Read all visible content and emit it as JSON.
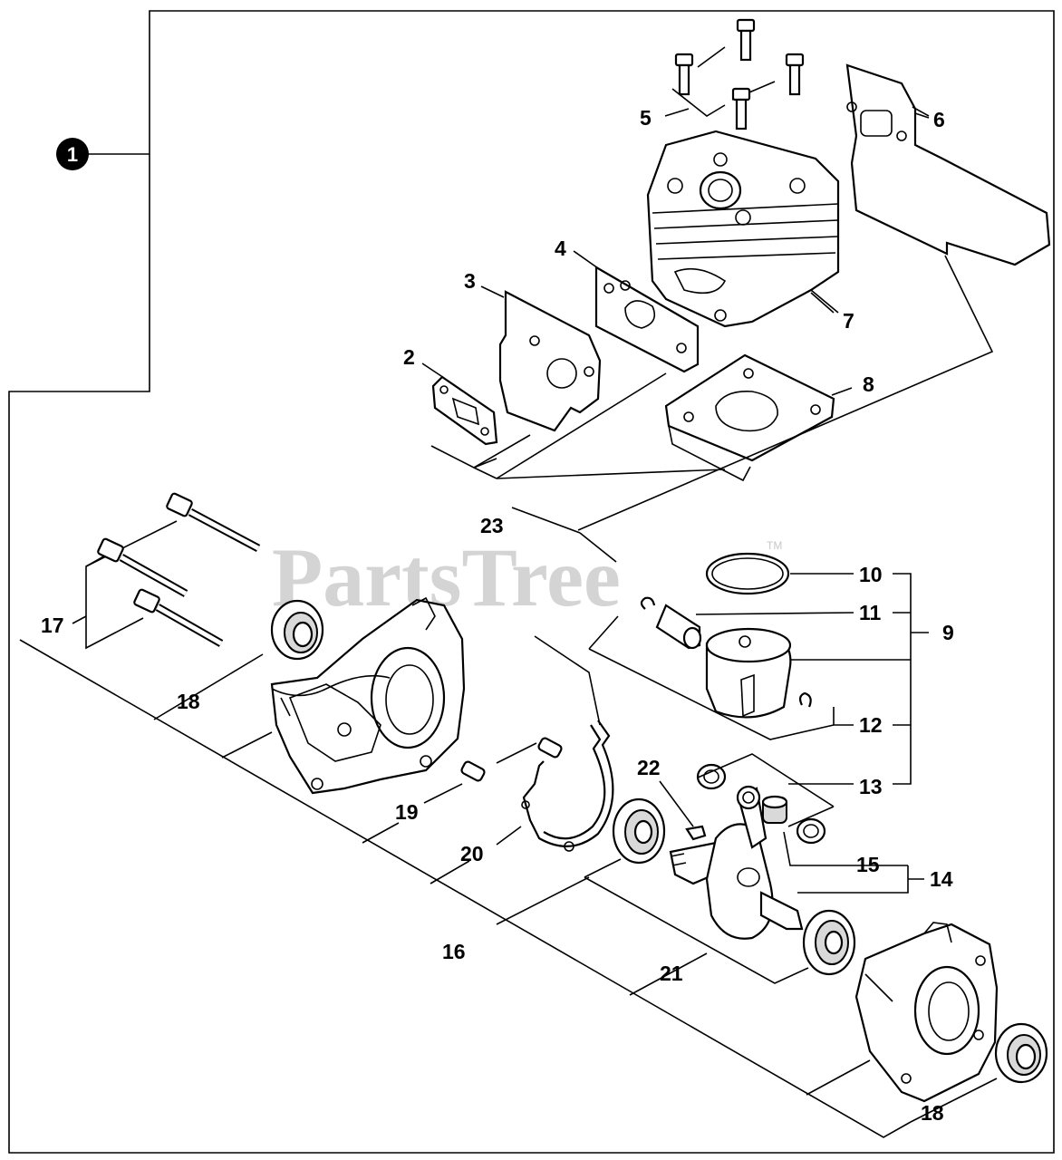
{
  "diagram": {
    "assembly_marker": "1",
    "watermark": "PartsTree",
    "watermark_tm": "TM",
    "callouts": {
      "c2": "2",
      "c3": "3",
      "c4": "4",
      "c5": "5",
      "c6": "6",
      "c7": "7",
      "c8": "8",
      "c9": "9",
      "c10": "10",
      "c11": "11",
      "c12": "12",
      "c13": "13",
      "c14": "14",
      "c15": "15",
      "c16": "16",
      "c17": "17",
      "c18a": "18",
      "c18b": "18",
      "c19": "19",
      "c20": "20",
      "c21": "21",
      "c22": "22",
      "c23": "23"
    }
  }
}
